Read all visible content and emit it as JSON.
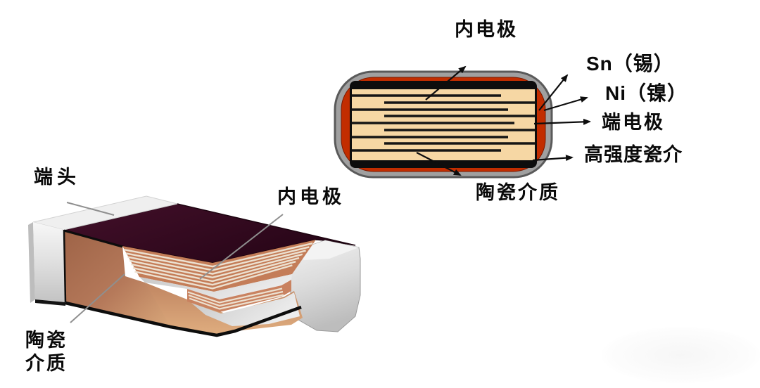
{
  "figure": {
    "subject": "Multilayer ceramic chip capacitor structure diagram",
    "cross_section_diagram": {
      "labels": {
        "inner_electrode": "内电极",
        "tin": "Sn（锡）",
        "nickel": "Ni（镍）",
        "terminal_electrode": "端电极",
        "high_strength_ceramic": "高强度瓷介",
        "ceramic_dielectric": "陶瓷介质"
      }
    },
    "cutaway_3d_diagram": {
      "labels": {
        "terminal_head": "端头",
        "inner_electrode": "内电极",
        "ceramic_dielectric_line1": "陶瓷",
        "ceramic_dielectric_line2": "介质"
      }
    }
  },
  "colors": {
    "background": "#ffffff",
    "tin_shell_gray": "#a0a0a0",
    "end_electrode_red": "#c22d00",
    "electrode_black": "#0d0d0d",
    "ceramic_cream": "#f6d7a4",
    "chip_top_maroon": "#320a1e",
    "chip_cut_tan": "#b5795a",
    "copper_layer": "#c47d58",
    "terminal_cap_gray": "#dedede",
    "dielectric_floor_gray": "#d6d6d6",
    "leader_line_gray": "#8f8f8f",
    "label_text": "#0a0a0a"
  }
}
